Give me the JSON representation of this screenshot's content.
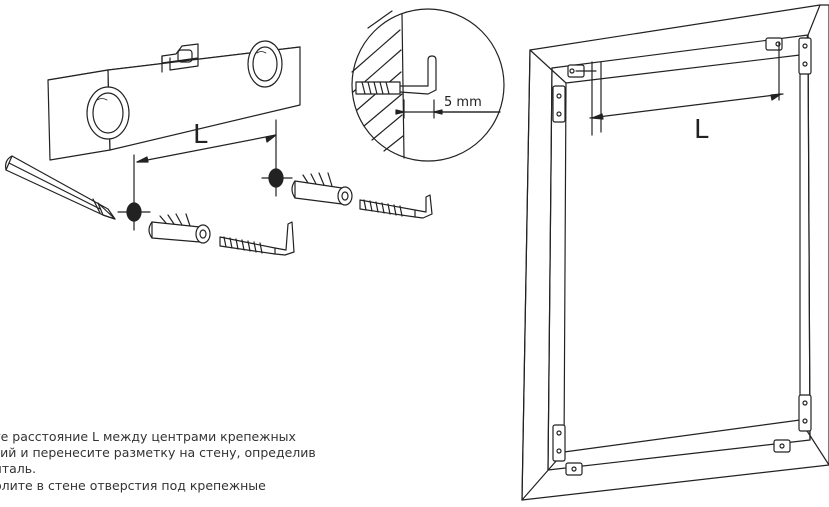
{
  "labels": {
    "distance_left": "L",
    "distance_right": "L",
    "offset": "5 mm"
  },
  "instructions": {
    "line1": "ьте расстояние L между центрами крепежных",
    "line2": "стий и перенесите разметку на стену, определив",
    "line3": "онталь.",
    "line4": "ерлите в стене отверстия под крепежные"
  },
  "colors": {
    "stroke": "#222222",
    "fill": "#ffffff",
    "text": "#333333"
  },
  "icons": [
    "spirit-level-icon",
    "pencil-icon",
    "wall-plug-icon",
    "hook-screw-icon",
    "frame-bracket-icon"
  ]
}
